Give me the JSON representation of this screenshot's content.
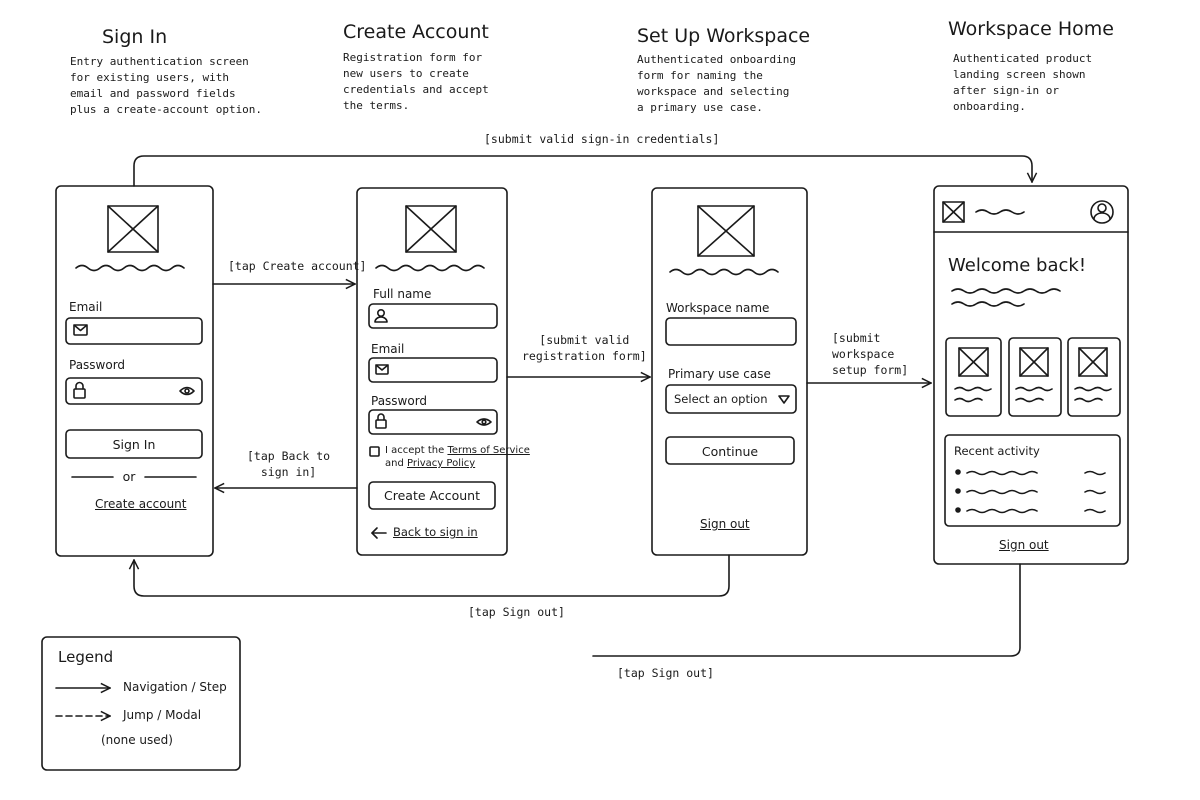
{
  "screens": {
    "sign_in": {
      "title": "Sign In",
      "description": "Entry authentication screen\nfor existing users, with\nemail and password fields\nplus a create-account option.",
      "email_label": "Email",
      "password_label": "Password",
      "sign_in_button": "Sign In",
      "divider_text": "or",
      "create_account_link": "Create account"
    },
    "create_account": {
      "title": "Create Account",
      "description": "Registration form for\nnew users to create\ncredentials and accept\nthe terms.",
      "full_name_label": "Full name",
      "email_label": "Email",
      "password_label": "Password",
      "terms_prefix": "I accept the",
      "terms_link": "Terms of Service",
      "terms_and": "and",
      "privacy_link": "Privacy Policy",
      "create_button": "Create Account",
      "back_link": "Back to sign in"
    },
    "setup_workspace": {
      "title": "Set Up Workspace",
      "description": "Authenticated onboarding\nform for naming the\nworkspace and selecting\na primary use case.",
      "workspace_name_label": "Workspace name",
      "use_case_label": "Primary use case",
      "select_placeholder": "Select an option",
      "continue_button": "Continue",
      "sign_out_link": "Sign out"
    },
    "workspace_home": {
      "title": "Workspace Home",
      "description": "Authenticated product\nlanding screen shown\nafter sign-in or\nonboarding.",
      "welcome_heading": "Welcome back!",
      "recent_activity_label": "Recent activity",
      "sign_out_link": "Sign out"
    }
  },
  "transitions": {
    "sign_in_to_home": "[submit valid sign-in credentials]",
    "sign_in_to_create": "[tap Create account]",
    "create_to_sign_in": "[tap Back to\nsign in]",
    "create_to_setup": "[submit valid\nregistration form]",
    "setup_to_home": "[submit\nworkspace\nsetup form]",
    "setup_sign_out": "[tap Sign out]",
    "home_sign_out": "[tap Sign out]"
  },
  "legend": {
    "title": "Legend",
    "solid_label": "Navigation / Step",
    "dashed_label": "Jump / Modal",
    "none_note": "(none used)"
  },
  "icons": [
    "image-placeholder-icon",
    "mail-icon",
    "lock-icon",
    "eye-icon",
    "user-icon",
    "avatar-icon",
    "dropdown-caret-icon",
    "checkbox-icon",
    "back-arrow-icon"
  ]
}
